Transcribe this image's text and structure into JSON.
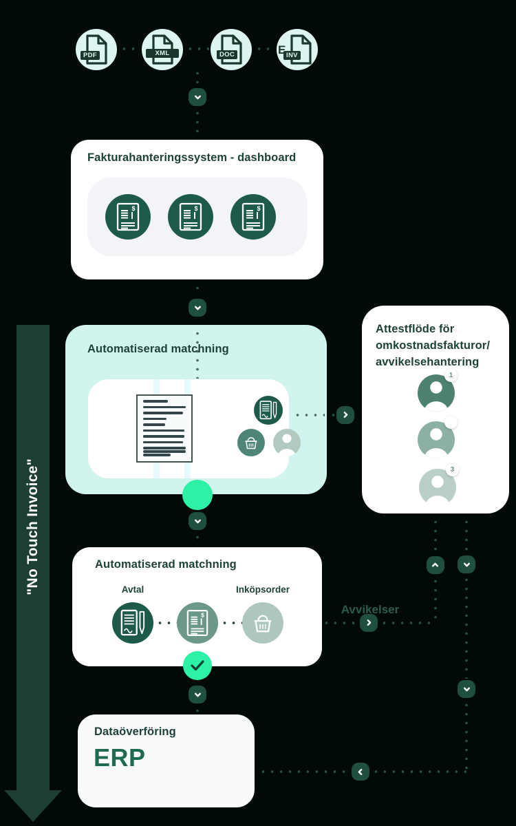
{
  "no_touch": {
    "label": "\"No Touch Invoice\""
  },
  "sources": {
    "files": [
      {
        "band": "PDF"
      },
      {
        "band": "XML"
      },
      {
        "band": "DOC"
      },
      {
        "prefix": "E",
        "band": "INV"
      }
    ]
  },
  "dashboard_card": {
    "title": "Fakturahanteringssystem - dashboard"
  },
  "matching_card_top": {
    "title": "Automatiserad matchning"
  },
  "approval_card": {
    "title_line1": "Attestflöde för",
    "title_line2": "omkostnadsfakturor/",
    "title_line3": "avvikelsehantering",
    "persons": [
      {
        "badge": "1"
      },
      {
        "badge": ""
      },
      {
        "badge": "3"
      }
    ]
  },
  "matching_card_bottom": {
    "title": "Automatiserad matchning",
    "label_avtal": "Avtal",
    "label_inkopsorder": "Inköpsorder"
  },
  "deviation": {
    "label": "Avvikelser"
  },
  "erp_card": {
    "title": "Dataöverföring",
    "system": "ERP"
  },
  "icons": {
    "invoice_currency": "$"
  },
  "colors": {
    "background": "#020a07",
    "accent_spring_green": "#2df1a5",
    "deep_green": "#1d5a4a",
    "mid_sage": "#6b988b",
    "pale_sage": "#aec7be",
    "card_cyan": "#d2f4ee",
    "text_dark_teal": "#1e4138",
    "erp_green": "#1e6b51",
    "mint_circle": "#dcf5f0",
    "arrow_green": "#1d3e35"
  }
}
